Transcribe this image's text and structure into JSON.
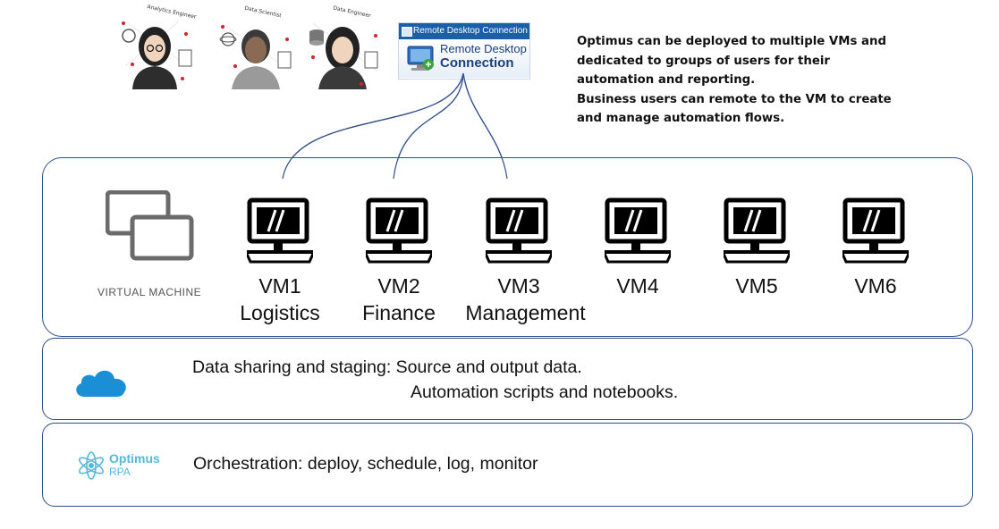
{
  "personas": [
    {
      "role": "Analytics Engineer",
      "icon": "analytics-engineer-avatar-icon"
    },
    {
      "role": "Data Scientist",
      "icon": "data-scientist-avatar-icon"
    },
    {
      "role": "Data Engineer",
      "icon": "data-engineer-avatar-icon"
    }
  ],
  "remote_desktop": {
    "title_bar": "Remote Desktop Connection",
    "line1": "Remote Desktop",
    "line2": "Connection"
  },
  "note": {
    "lines": [
      "Optimus can be deployed to multiple VMs and",
      "dedicated to groups of users for their",
      "automation and reporting.",
      "Business users can remote to the VM to create",
      "and manage automation flows."
    ]
  },
  "virtual_machine_label": "VIRTUAL MACHINE",
  "vms": [
    {
      "name": "VM1",
      "group": "Logistics"
    },
    {
      "name": "VM2",
      "group": "Finance"
    },
    {
      "name": "VM3",
      "group": "Management"
    },
    {
      "name": "VM4",
      "group": ""
    },
    {
      "name": "VM5",
      "group": ""
    },
    {
      "name": "VM6",
      "group": ""
    }
  ],
  "data_layer": {
    "line1": "Data sharing and staging: Source and output data.",
    "line2": "Automation scripts and notebooks."
  },
  "orchestration": {
    "logo_line1": "Optimus",
    "logo_line2": "RPA",
    "text": "Orchestration: deploy, schedule, log, monitor"
  },
  "colors": {
    "box_border": "#2f4f8a",
    "cloud": "#1a8fd6",
    "logo": "#56b8d8",
    "rdc_blue": "#1b5fa8"
  }
}
